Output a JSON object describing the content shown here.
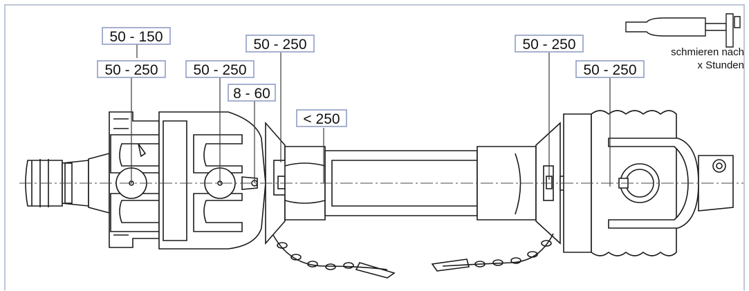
{
  "colors": {
    "frame": "#a9b4c8",
    "label_box": "#8f9cc4",
    "drawing": "#1a1a1a",
    "shading": "#3a3a3a",
    "center_line": "#444444"
  },
  "legend": {
    "icon": "grease-gun-icon",
    "line1": "schmieren nach",
    "line2": "x Stunden"
  },
  "labels": [
    {
      "id": "left-yoke-outer",
      "text": "50 - 150"
    },
    {
      "id": "left-yoke-cross",
      "text": "50 - 250"
    },
    {
      "id": "left-joint-cross",
      "text": "50 - 250"
    },
    {
      "id": "left-joint-nipple",
      "text": "8 - 60"
    },
    {
      "id": "left-shield-bearing",
      "text": "50 - 250"
    },
    {
      "id": "tube-profile",
      "text": "< 250"
    },
    {
      "id": "right-shield-bearing",
      "text": "50 - 250"
    },
    {
      "id": "right-joint-cross",
      "text": "50 - 250"
    }
  ]
}
